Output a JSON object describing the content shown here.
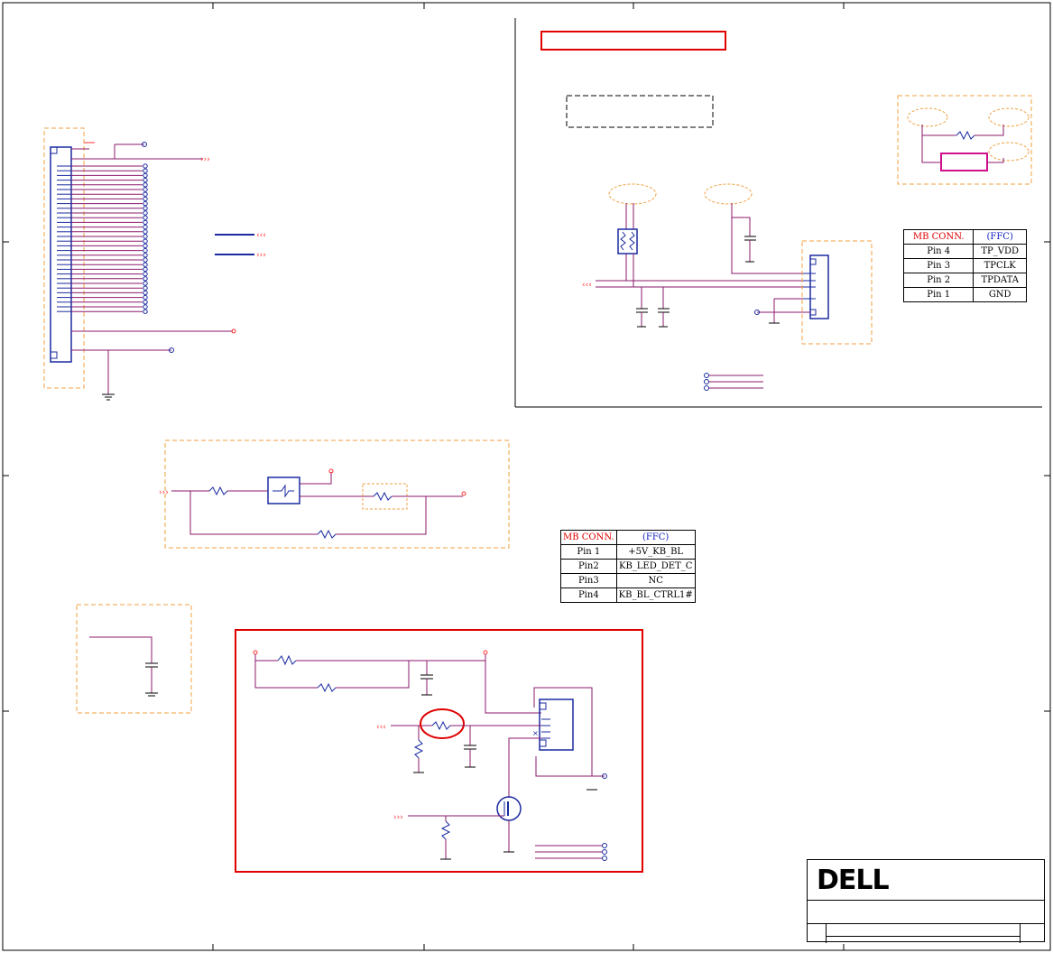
{
  "brand": {
    "logo_text": "DELL"
  },
  "touchpad_table": {
    "header_left": "MB CONN.",
    "header_right": "(FFC)",
    "rows": [
      {
        "pin": "Pin 4",
        "signal": "TP_VDD"
      },
      {
        "pin": "Pin 3",
        "signal": "TPCLK"
      },
      {
        "pin": "Pin 2",
        "signal": "TPDATA"
      },
      {
        "pin": "Pin 1",
        "signal": "GND"
      }
    ]
  },
  "keyboard_table": {
    "header_left": "MB CONN.",
    "header_right": "(FFC)",
    "rows": [
      {
        "pin": "Pin 1",
        "signal": "+5V_KB_BL"
      },
      {
        "pin": "Pin2",
        "signal": "KB_LED_DET_C"
      },
      {
        "pin": "Pin3",
        "signal": "NC"
      },
      {
        "pin": "Pin4",
        "signal": "KB_BL_CTRL1#"
      }
    ]
  },
  "colors": {
    "wire": "#8b1a6b",
    "dashed_box": "#f0a040",
    "highlight": "#e00000",
    "component": "#1a2aa0",
    "net_label": "#ff3030"
  }
}
